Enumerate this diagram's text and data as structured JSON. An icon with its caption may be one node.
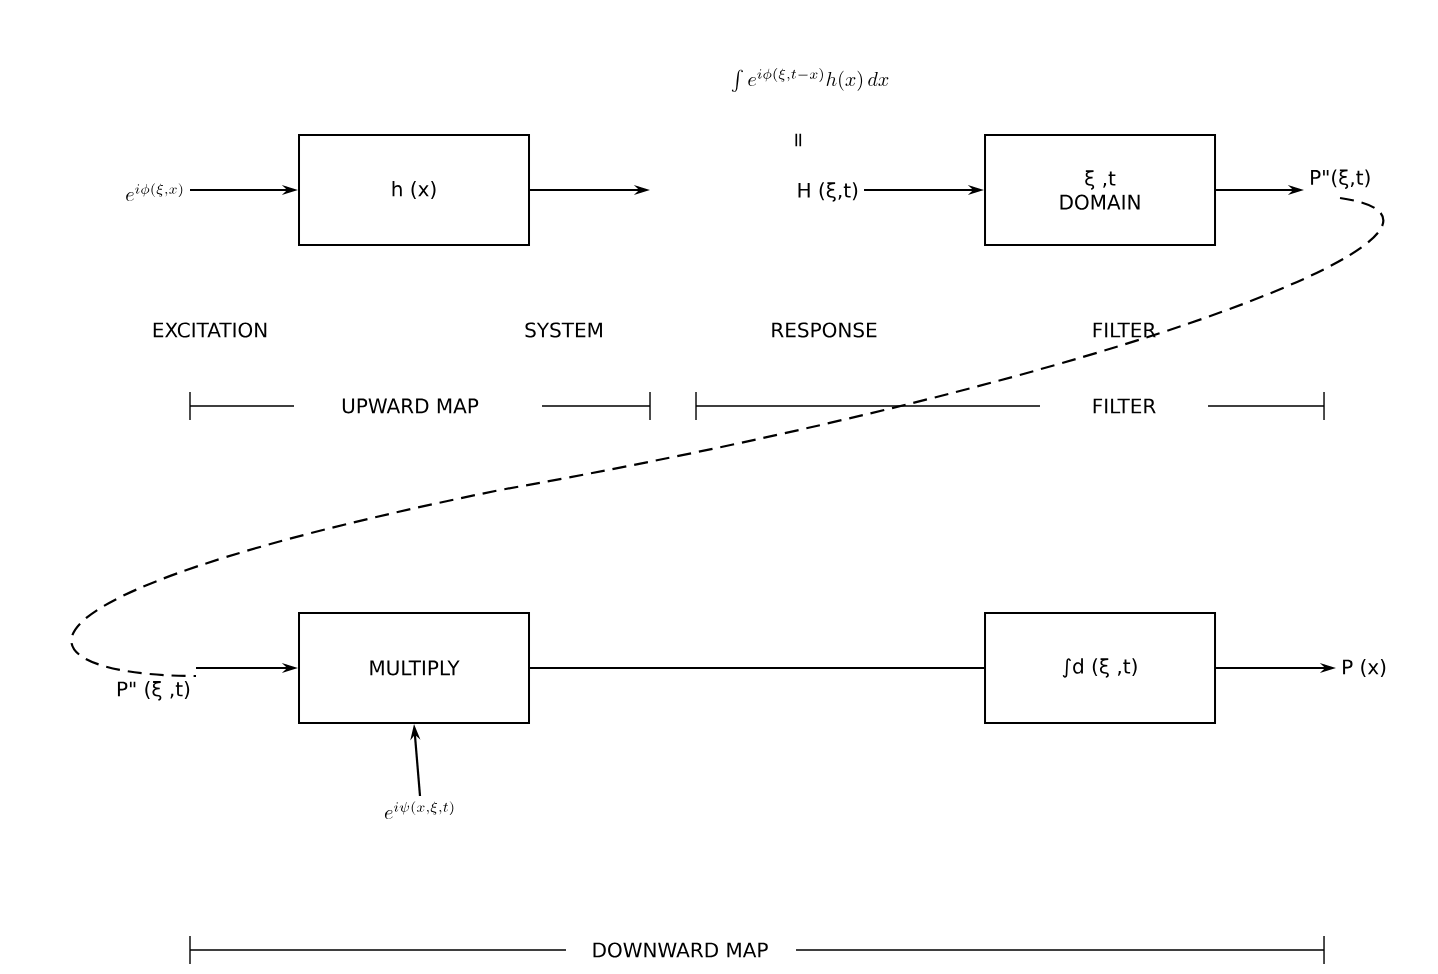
{
  "diagram": {
    "nodes": [
      {
        "text": [
          "e^{i\\phi(\\xi ,x)}"
        ]
      },
      {
        "text": [
          "h (x)"
        ]
      },
      {
        "text": [
          "H (ξ,t)"
        ]
      },
      {
        "text": [
          "ξ ,t",
          "DOMAIN"
        ]
      },
      {
        "text": [
          "P\"(ξ,t)"
        ]
      },
      {
        "text": [
          "P\" (ξ ,t)"
        ]
      },
      {
        "text": [
          "MULTIPLY"
        ]
      },
      {
        "text": [
          "e^{i\\psi(x,\\xi ,t)}"
        ]
      },
      {
        "text": [
          "∫d (ξ ,t)"
        ]
      },
      {
        "text": [
          "P (x)"
        ]
      }
    ],
    "edges": [
      {
        "from": 0,
        "to": 1,
        "arrow": "to"
      },
      {
        "from": 1,
        "to": null,
        "arrow": "to"
      },
      {
        "from": 2,
        "to": 3,
        "arrow": "to"
      },
      {
        "from": 3,
        "to": 4,
        "arrow": "to"
      },
      {
        "from": 4,
        "to": 5,
        "arrow": "none",
        "style": "dashed"
      },
      {
        "from": 5,
        "to": 6,
        "arrow": "to"
      },
      {
        "from": 7,
        "to": 6,
        "arrow": "to"
      },
      {
        "from": 6,
        "to": 8,
        "arrow": "none"
      },
      {
        "from": 8,
        "to": 9,
        "arrow": "to"
      }
    ],
    "labels": [
      "\\int e^{i\\phi(\\xi ,t-x)}h(x)\\,dx",
      "=",
      "EXCITATION",
      "SYSTEM",
      "RESPONSE",
      "FILTER",
      "UPWARD MAP",
      "FILTER",
      "DOWNWARD MAP"
    ]
  }
}
